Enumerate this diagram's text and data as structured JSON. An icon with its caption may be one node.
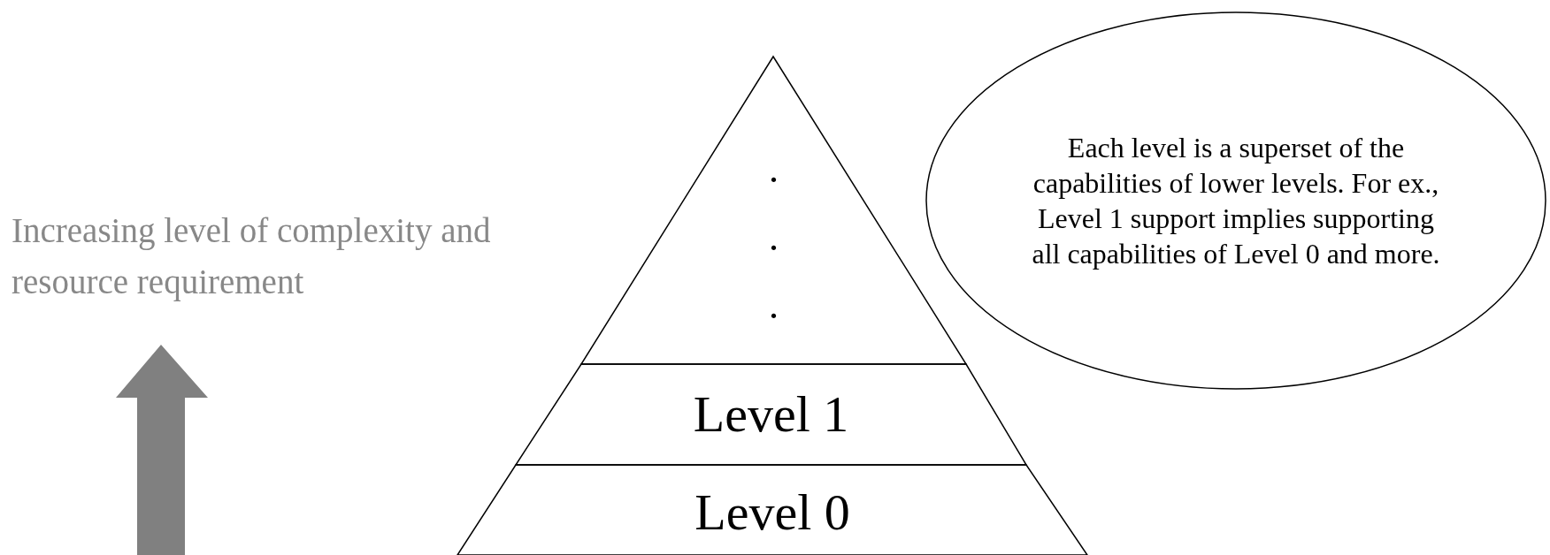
{
  "diagram": {
    "nodes": [
      {
        "text": [
          ".",
          ".",
          "."
        ]
      },
      {
        "text": [
          "Level 1"
        ]
      },
      {
        "text": [
          "Level 0"
        ]
      },
      {
        "text": [
          "Each level is a superset of the capabilities of lower levels.  For ex., Level 1 support implies supporting all capabilities of Level 0 and more."
        ]
      }
    ],
    "edges": [],
    "labels": [
      "Increasing level of complexity and resource requirement"
    ]
  }
}
